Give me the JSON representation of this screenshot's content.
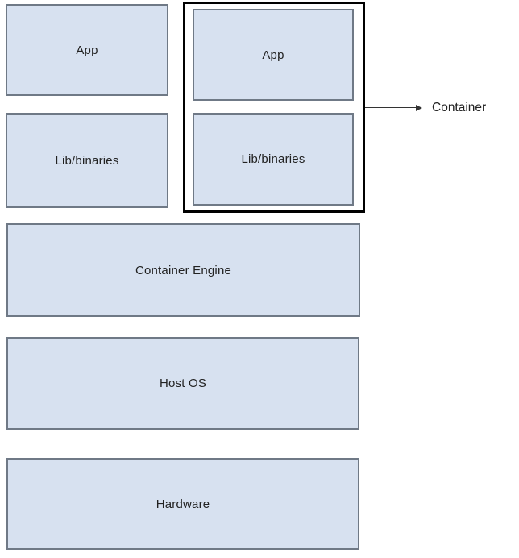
{
  "diagram": {
    "type": "architecture-stack",
    "stack_left": [
      {
        "label": "App"
      },
      {
        "label": "Lib/binaries"
      }
    ],
    "container_group": {
      "boxes": [
        {
          "label": "App"
        },
        {
          "label": "Lib/binaries"
        }
      ],
      "annotation_label": "Container"
    },
    "layers": [
      {
        "label": "Container Engine"
      },
      {
        "label": "Host OS"
      },
      {
        "label": "Hardware"
      }
    ],
    "colors": {
      "box_fill": "#d7e1f0",
      "box_border": "#6f7986",
      "group_border": "#000000",
      "text": "#222222",
      "arrow": "#333333",
      "canvas_bg": "#ffffff"
    }
  }
}
